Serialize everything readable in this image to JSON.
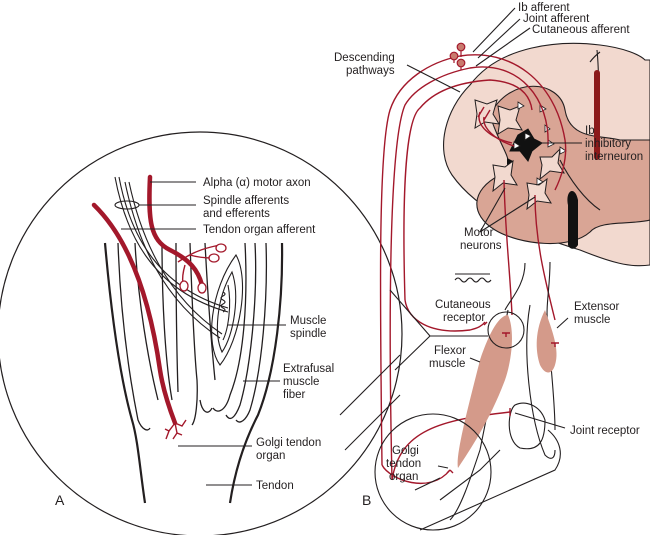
{
  "figure": {
    "panel_a_label": "A",
    "panel_b_label": "B",
    "colors": {
      "nerve": "#a3182b",
      "white_matter": "#f2d9cf",
      "gray_matter": "#d9a595",
      "muscle": "#d49a8a",
      "line": "#231f20"
    }
  },
  "panel_a": {
    "labels": {
      "alpha_motor_axon": "Alpha (α) motor axon",
      "spindle_line1": "Spindle afferents",
      "spindle_line2": "and efferents",
      "tendon_organ_afferent": "Tendon organ afferent",
      "muscle_spindle_line1": "Muscle",
      "muscle_spindle_line2": "spindle",
      "extrafusal_line1": "Extrafusal",
      "extrafusal_line2": "muscle",
      "extrafusal_line3": "fiber",
      "golgi_line1": "Golgi tendon",
      "golgi_line2": "organ",
      "tendon": "Tendon"
    }
  },
  "panel_b": {
    "labels": {
      "ib_afferent": "Ib afferent",
      "joint_afferent": "Joint afferent",
      "cutaneous_afferent": "Cutaneous afferent",
      "descending_line1": "Descending",
      "descending_line2": "pathways",
      "ib_inhib_line1": "Ib",
      "ib_inhib_line2": "inhibitory",
      "ib_inhib_line3": "interneuron",
      "motor_line1": "Motor",
      "motor_line2": "neurons",
      "cutaneous_line1": "Cutaneous",
      "cutaneous_line2": "receptor",
      "extensor_line1": "Extensor",
      "extensor_line2": "muscle",
      "flexor_line1": "Flexor",
      "flexor_line2": "muscle",
      "joint_receptor": "Joint receptor",
      "golgi_line1": "Golgi",
      "golgi_line2": "tendon",
      "golgi_line3": "organ"
    }
  }
}
